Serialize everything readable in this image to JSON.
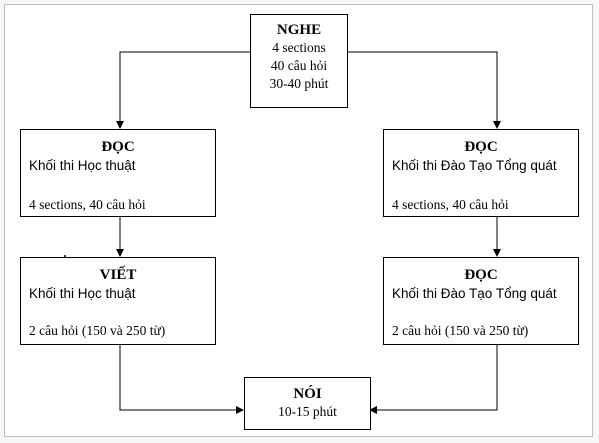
{
  "nodes": {
    "listening": {
      "title": "NGHE",
      "lines": [
        "4 sections",
        "40 câu hỏi",
        "30-40 phút"
      ]
    },
    "reading_academic": {
      "title": "ĐỌC",
      "module": "Khối thi Học thuật",
      "detail": "4 sections, 40 câu hỏi"
    },
    "reading_general": {
      "title": "ĐỌC",
      "module": "Khối thi Đào Tạo Tổng quát",
      "detail": "4 sections, 40 câu hỏi"
    },
    "writing_academic": {
      "title": "VIẾT",
      "module": "Khối thi Học thuật",
      "detail": "2 câu hỏi (150 và 250 từ)"
    },
    "writing_general": {
      "title": "ĐỌC",
      "module": "Khối thi Đào Tạo Tổng quát",
      "detail": "2 câu hỏi (150 và 250 từ)"
    },
    "speaking": {
      "title": "NÓI",
      "lines": [
        "10-15 phút"
      ]
    }
  }
}
